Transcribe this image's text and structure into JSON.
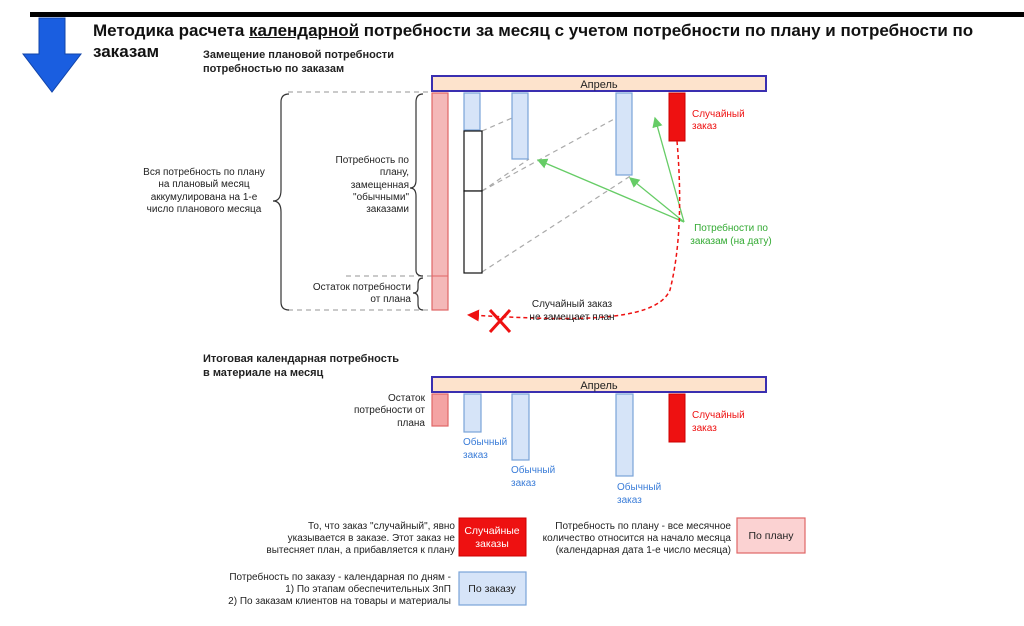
{
  "title": {
    "part1": "Методика расчета ",
    "part2": "календарной",
    "part3": " потребности за месяц с учетом потребности по плану и потребности по заказам"
  },
  "section1": {
    "heading": [
      "Замещение плановой потребности",
      "потребностью по заказам"
    ],
    "month": "Апрель",
    "left_label": [
      "Вся потребность по плану",
      "на плановый месяц",
      "аккумулирована на 1-е",
      "число планового месяца"
    ],
    "replaced_label": [
      "Потребность по",
      "плану,",
      "замещенная",
      "\"обычными\"",
      "заказами"
    ],
    "remainder_label": [
      "Остаток потребности",
      "от плана"
    ],
    "random_order": [
      "Случайный",
      "заказ"
    ],
    "orders_by_date": [
      "Потребности по",
      "заказам (на дату)"
    ],
    "not_replace": [
      "Случайный заказ",
      "не замещает план"
    ]
  },
  "section2": {
    "heading": [
      "Итоговая календарная потребность",
      "в материале на месяц"
    ],
    "month": "Апрель",
    "remainder_label": [
      "Остаток",
      "потребности от",
      "плана"
    ],
    "regular_order": [
      "Обычный",
      "заказ"
    ],
    "random_order": [
      "Случайный",
      "заказ"
    ]
  },
  "legend": {
    "random_desc": [
      "То, что заказ \"случайный\", явно",
      "указывается в заказе. Этот заказ не",
      "вытесняет план, а прибавляется к плану"
    ],
    "random_box": [
      "Случайные",
      "заказы"
    ],
    "plan_desc": [
      "Потребность по плану - все месячное",
      "количество относится на начало месяца",
      "(календарная дата 1-е число месяца)"
    ],
    "plan_box": "По плану",
    "order_desc": [
      "Потребность по заказу - календарная по дням -",
      "1) По этапам обеспечительных ЗпП",
      "2) По заказам клиентов на товары и материалы"
    ],
    "order_box": "По заказу"
  },
  "colors": {
    "month_fill": "#fde3cc",
    "month_border": "#3a2fb0",
    "plan_fill": "#f4b8b8",
    "plan_border": "#e06666",
    "order_fill": "#d6e4f8",
    "order_border": "#7aa3d8",
    "random_fill": "#ee1111",
    "green": "#66cc66",
    "blue_arrow": "#1a5ee0"
  }
}
